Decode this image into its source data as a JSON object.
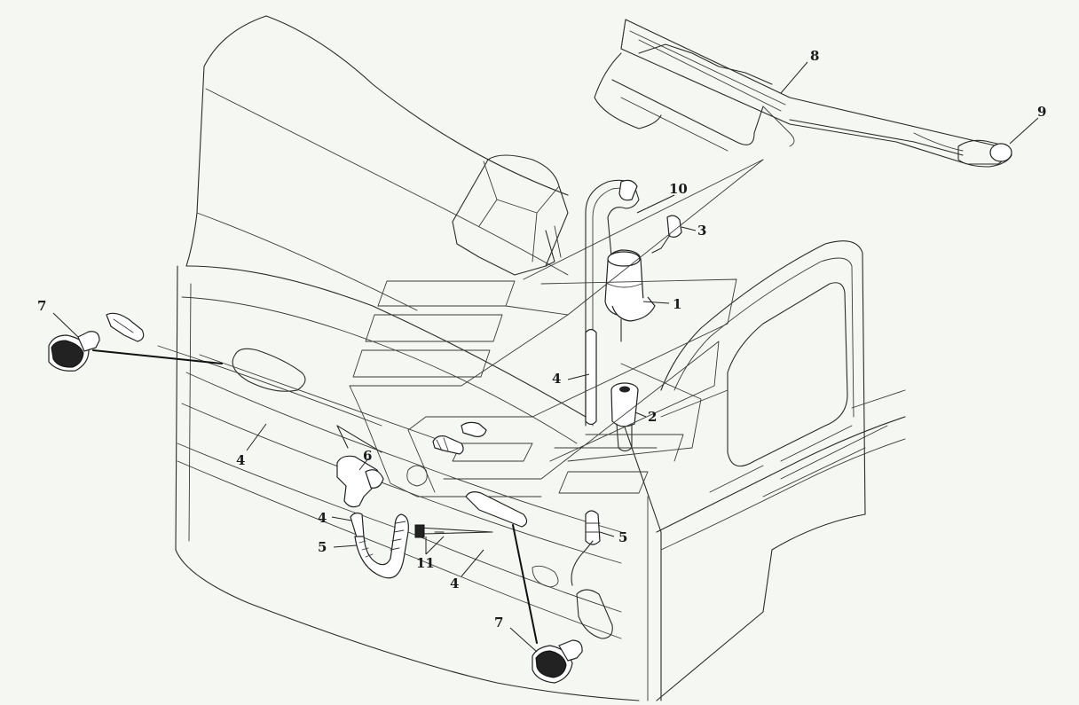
{
  "callouts": [
    {
      "id": "c8",
      "label": "8"
    },
    {
      "id": "c9",
      "label": "9"
    },
    {
      "id": "c10",
      "label": "10"
    },
    {
      "id": "c3",
      "label": "3"
    },
    {
      "id": "c1",
      "label": "1"
    },
    {
      "id": "c4a",
      "label": "4"
    },
    {
      "id": "c2",
      "label": "2"
    },
    {
      "id": "c7a",
      "label": "7"
    },
    {
      "id": "c4b",
      "label": "4"
    },
    {
      "id": "c6",
      "label": "6"
    },
    {
      "id": "c4c",
      "label": "4"
    },
    {
      "id": "c5a",
      "label": "5"
    },
    {
      "id": "c11",
      "label": "11"
    },
    {
      "id": "c4d",
      "label": "4"
    },
    {
      "id": "c5b",
      "label": "5"
    },
    {
      "id": "c7b",
      "label": "7"
    }
  ]
}
